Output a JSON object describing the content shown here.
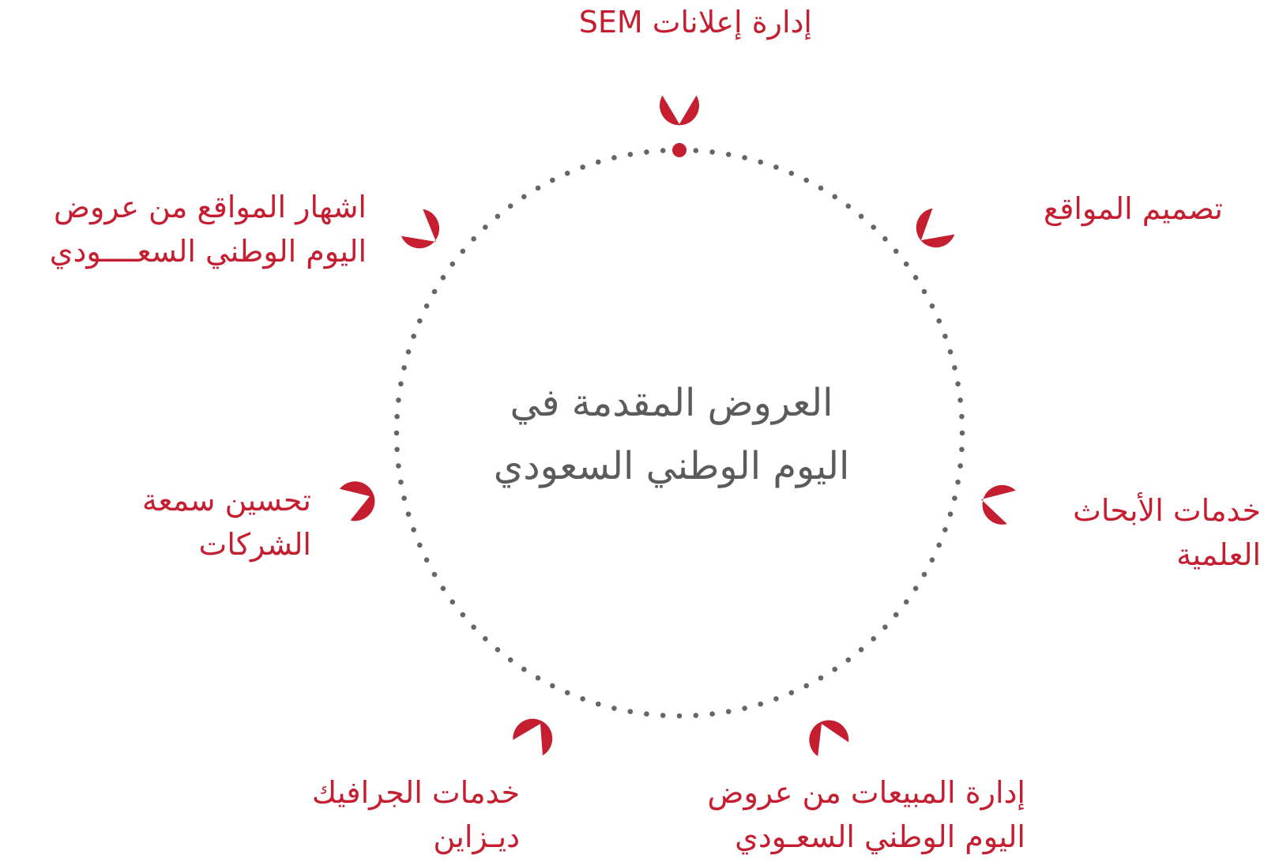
{
  "center": {
    "line1": "العروض المقدمة في",
    "line2": "اليوم الوطني السعودي"
  },
  "nodes": [
    {
      "id": "sem",
      "lines": [
        "إدارة إعلانات SEM"
      ]
    },
    {
      "id": "web-design",
      "lines": [
        "تصميم المواقع"
      ]
    },
    {
      "id": "research",
      "lines": [
        "خدمات الأبحاث",
        "العلمية"
      ]
    },
    {
      "id": "sales",
      "lines": [
        "إدارة المبيعات من عروض",
        "اليوم الوطني السعـودي"
      ]
    },
    {
      "id": "graphics",
      "lines": [
        "خدمات الجرافيك",
        "ديـزاين"
      ]
    },
    {
      "id": "reputation",
      "lines": [
        "تحسين سمعة",
        "الشركات"
      ]
    },
    {
      "id": "promotion",
      "lines": [
        "اشهار المواقع من عروض",
        "اليوم الوطني السعــــودي"
      ]
    }
  ],
  "colors": {
    "accent": "#c41e30",
    "center_text": "#5b5b5b",
    "dots": "#666666"
  }
}
